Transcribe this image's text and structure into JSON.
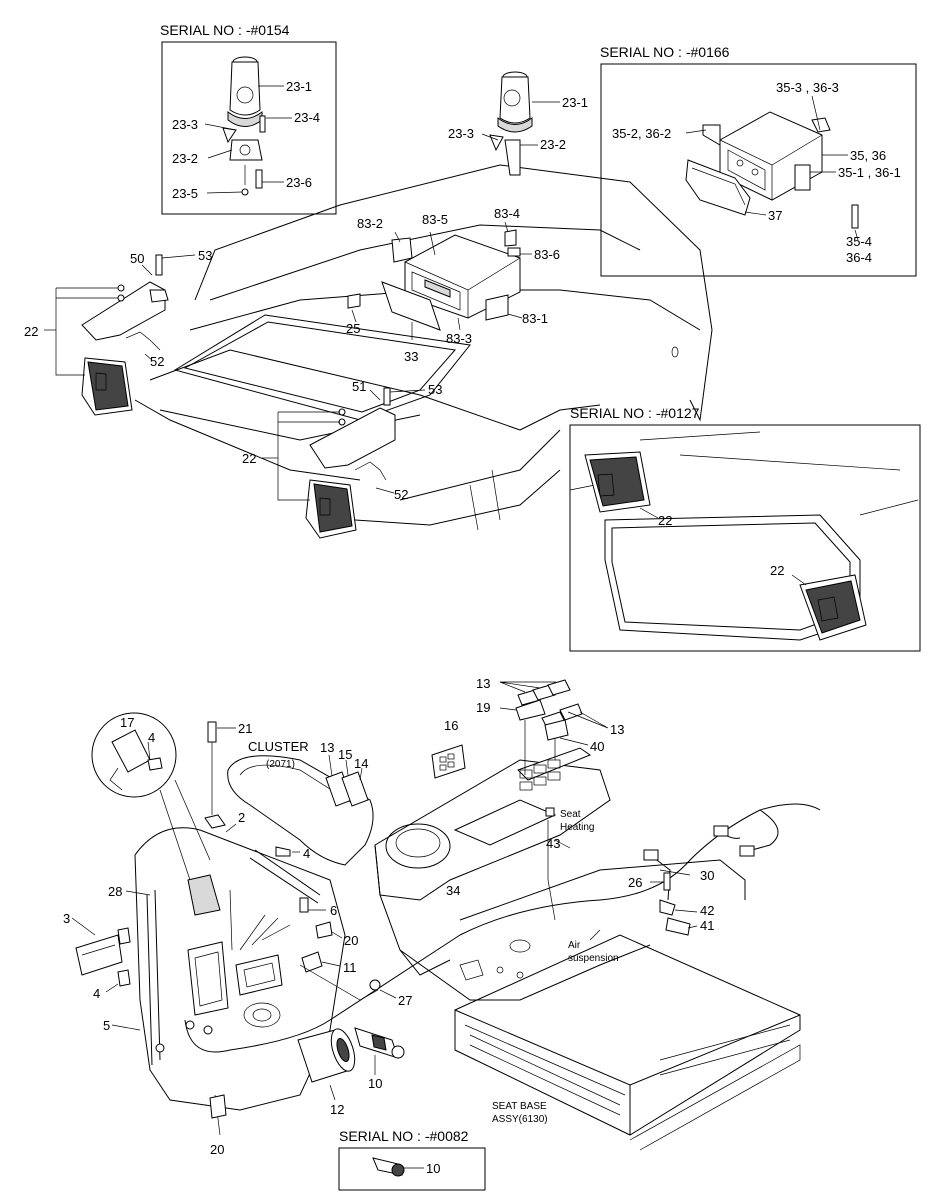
{
  "insets": {
    "top_left_title": "SERIAL NO : -#0154",
    "top_right_title": "SERIAL NO : -#0166",
    "mid_right_title": "SERIAL NO : -#0127",
    "bottom_title": "SERIAL NO : -#0082"
  },
  "callouts": {
    "c23_1a": "23-1",
    "c23_3a": "23-3",
    "c23_4a": "23-4",
    "c23_2a": "23-2",
    "c23_5a": "23-5",
    "c23_6a": "23-6",
    "c23_1b": "23-1",
    "c23_3b": "23-3",
    "c23_2b": "23-2",
    "c35_3": "35-3 , 36-3",
    "c35_2": "35-2, 36-2",
    "c35_36": "35, 36",
    "c35_1": "35-1 , 36-1",
    "c37": "37",
    "c35_4": "35-4",
    "c36_4": "36-4",
    "c83_2": "83-2",
    "c83_5": "83-5",
    "c83_4": "83-4",
    "c83_6": "83-6",
    "c83_1": "83-1",
    "c83_3": "83-3",
    "c25": "25",
    "c33": "33",
    "c50": "50",
    "c53a": "53",
    "c22a": "22",
    "c52a": "52",
    "c51": "51",
    "c53b": "53",
    "c22b": "22",
    "c52b": "52",
    "c22c": "22",
    "c22d": "22",
    "c13a": "13",
    "c19": "19",
    "c13b": "13",
    "c40": "40",
    "c16": "16",
    "c17": "17",
    "c4a": "4",
    "c21": "21",
    "c13c": "13",
    "c15": "15",
    "c14": "14",
    "c2": "2",
    "c4b": "4",
    "c6": "6",
    "c28": "28",
    "c3": "3",
    "c20a": "20",
    "c11": "11",
    "c27": "27",
    "c4c": "4",
    "c5": "5",
    "c12": "12",
    "c10a": "10",
    "c20b": "20",
    "c10b": "10",
    "c34": "34",
    "c43": "43",
    "c30": "30",
    "c26": "26",
    "c42": "42",
    "c41": "41"
  },
  "notes": {
    "cluster": "CLUSTER",
    "cluster_num": "(2071)",
    "seat_heating_1": "Seat",
    "seat_heating_2": "Heating",
    "air_1": "Air",
    "air_2": "suspension",
    "seat_base_1": "SEAT BASE",
    "seat_base_2": "ASSY(6130)"
  }
}
